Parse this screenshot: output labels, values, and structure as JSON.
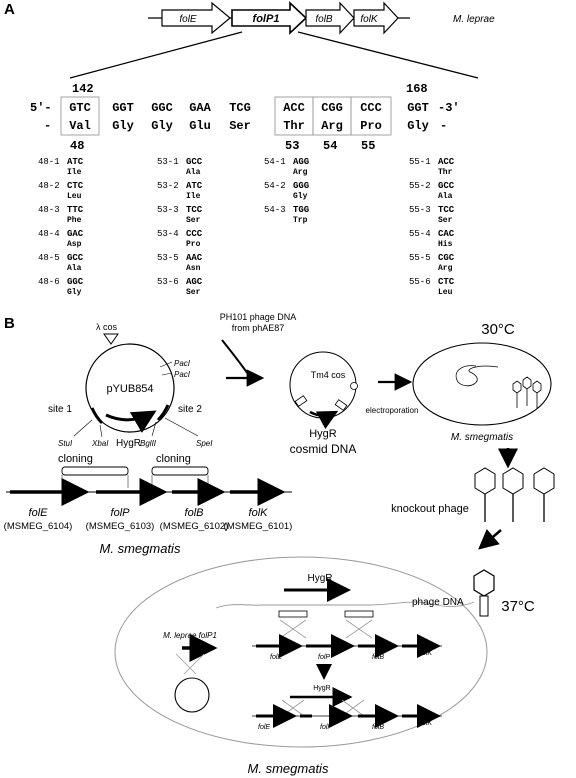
{
  "panel_a": {
    "label": "A",
    "organism": "M. leprae",
    "genes": [
      "folE",
      "folP1",
      "folB",
      "folK"
    ],
    "pos_start": "142",
    "pos_end": "168",
    "seq_prefix": "5'-",
    "seq_suffix": "-3'",
    "codons": [
      "GTC",
      "GGT",
      "GGC",
      "GAA",
      "TCG",
      "ACC",
      "CGG",
      "CCC",
      "GGT"
    ],
    "aa_prefix": "-",
    "aa_suffix": "-",
    "aas": [
      "Val",
      "Gly",
      "Gly",
      "Glu",
      "Ser",
      "Thr",
      "Arg",
      "Pro",
      "Gly"
    ],
    "residue_numbers": [
      "48",
      "53",
      "54",
      "55"
    ],
    "mutants": [
      {
        "label": "48-1",
        "codon": "ATC",
        "aa": "Ile"
      },
      {
        "label": "48-2",
        "codon": "CTC",
        "aa": "Leu"
      },
      {
        "label": "48-3",
        "codon": "TTC",
        "aa": "Phe"
      },
      {
        "label": "48-4",
        "codon": "GAC",
        "aa": "Asp"
      },
      {
        "label": "48-5",
        "codon": "GCC",
        "aa": "Ala"
      },
      {
        "label": "48-6",
        "codon": "GGC",
        "aa": "Gly"
      },
      {
        "label": "53-1",
        "codon": "GCC",
        "aa": "Ala"
      },
      {
        "label": "53-2",
        "codon": "ATC",
        "aa": "Ile"
      },
      {
        "label": "53-3",
        "codon": "TCC",
        "aa": "Ser"
      },
      {
        "label": "53-4",
        "codon": "CCC",
        "aa": "Pro"
      },
      {
        "label": "53-5",
        "codon": "AAC",
        "aa": "Asn"
      },
      {
        "label": "53-6",
        "codon": "AGC",
        "aa": "Ser"
      },
      {
        "label": "54-1",
        "codon": "AGG",
        "aa": "Arg"
      },
      {
        "label": "54-2",
        "codon": "GGG",
        "aa": "Gly"
      },
      {
        "label": "54-3",
        "codon": "TGG",
        "aa": "Trp"
      },
      {
        "label": "55-1",
        "codon": "ACC",
        "aa": "Thr"
      },
      {
        "label": "55-2",
        "codon": "GCC",
        "aa": "Ala"
      },
      {
        "label": "55-3",
        "codon": "TCC",
        "aa": "Ser"
      },
      {
        "label": "55-4",
        "codon": "CAC",
        "aa": "His"
      },
      {
        "label": "55-5",
        "codon": "CGC",
        "aa": "Arg"
      },
      {
        "label": "55-6",
        "codon": "CTC",
        "aa": "Leu"
      }
    ]
  },
  "panel_b": {
    "label": "B",
    "lambda_cos": "λ cos",
    "plasmid": "pYUB854",
    "pac1": "PacI",
    "pac2": "PacI",
    "site1": "site 1",
    "site2": "site 2",
    "hygr": "HygR",
    "stui": "StuI",
    "xbai": "XbaI",
    "bglii": "BglII",
    "spei": "SpeI",
    "cloning1": "cloning",
    "cloning2": "cloning",
    "genes": [
      "folE",
      "folP",
      "folB",
      "folK"
    ],
    "loci": [
      "(MSMEG_6104)",
      "(MSMEG_6103)",
      "(MSMEG_6102)",
      "(MSMEG_6101)"
    ],
    "organism": "M. smegmatis",
    "phage_line1": "PH101 phage DNA",
    "phage_line2": "from phAE87",
    "tm4cos": "Tm4 cos",
    "cosmid_hygr": "HygR",
    "cosmid": "cosmid DNA",
    "electroporation": "electroporation",
    "temp30": "30°C",
    "smeg_cell": "M. smegmatis",
    "knockout": "knockout phage",
    "temp37": "37°C",
    "recomb_hygr": "HygR",
    "phage_dna": "phage DNA",
    "leprae_folp1": "M. leprae folP1",
    "chrom_genes": [
      "folE",
      "folP",
      "folB",
      "folK"
    ],
    "mut_hygr": "HygR",
    "mut_genes": [
      "folE",
      "folP",
      "folB",
      "folK"
    ],
    "bottom_organism": "M. smegmatis"
  }
}
